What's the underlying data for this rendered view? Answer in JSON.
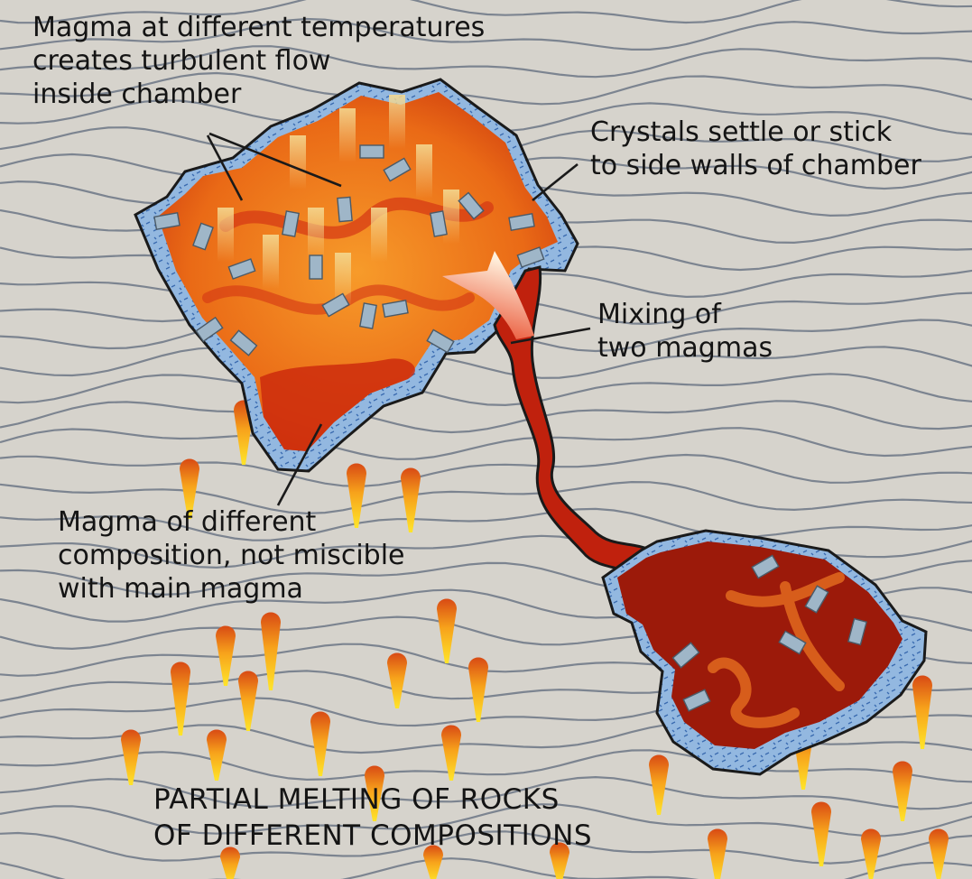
{
  "labels": {
    "temperatures": [
      "Magma at different temperatures",
      "creates turbulent flow",
      "inside chamber"
    ],
    "crystals": [
      "Crystals settle or stick",
      "to side walls of chamber"
    ],
    "mixing": [
      "Mixing of",
      "two magmas"
    ],
    "immiscible": [
      "Magma of different",
      "composition, not miscible",
      "with main magma"
    ]
  },
  "caption": [
    "PARTIAL MELTING OF ROCKS",
    "OF DIFFERENT COMPOSITIONS"
  ],
  "colors": {
    "background": "#d6d3cc",
    "strata_lines": "#7c8490",
    "chamber_orange": "#f07a18",
    "chamber_red": "#c42a0e",
    "dark_magma": "#9c1a0a",
    "wall_blue": "#8fb4dd",
    "crystal": "#9fb6c8",
    "droplet_yellow": "#ffd21f",
    "droplet_red": "#d43c16"
  }
}
